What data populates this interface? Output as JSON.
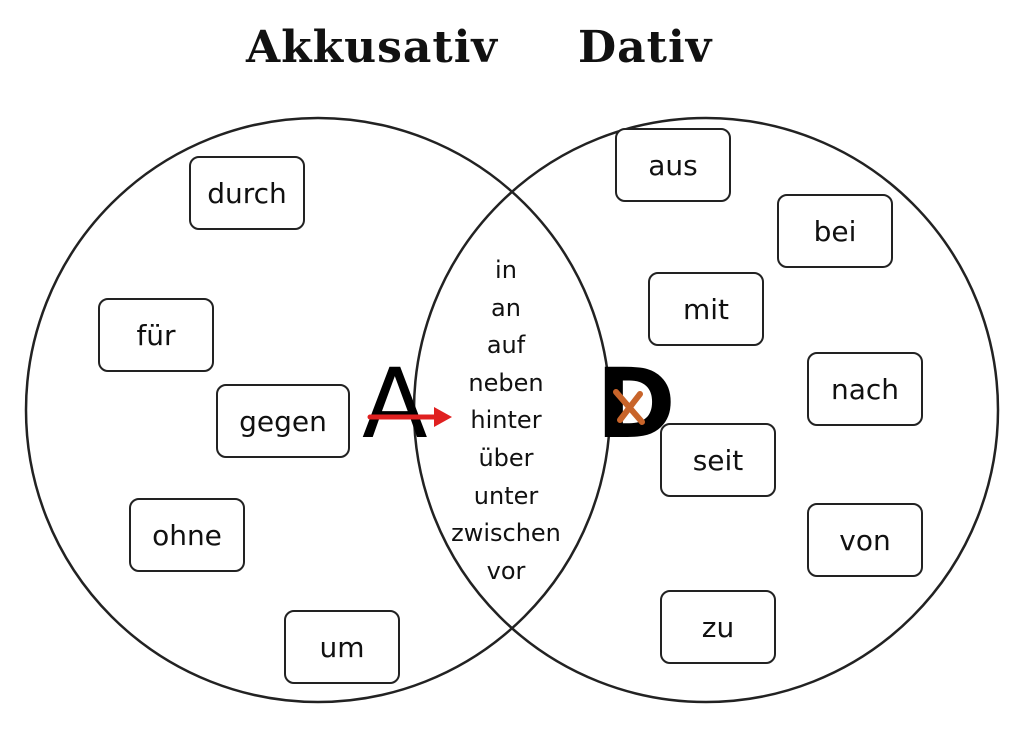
{
  "titles": {
    "left": "Akkusativ",
    "right": "Dativ"
  },
  "colors": {
    "arrow": "#e02020",
    "cross": "#c8642a",
    "outline": "#222222"
  },
  "akkusativ_words": [
    "durch",
    "für",
    "gegen",
    "ohne",
    "um"
  ],
  "dativ_words": [
    "aus",
    "bei",
    "mit",
    "nach",
    "seit",
    "von",
    "zu"
  ],
  "wechsel_words": [
    "in",
    "an",
    "auf",
    "neben",
    "hinter",
    "über",
    "unter",
    "zwischen",
    "vor"
  ],
  "markers": {
    "akkusativ_letter": "A",
    "dativ_letter": "D"
  }
}
